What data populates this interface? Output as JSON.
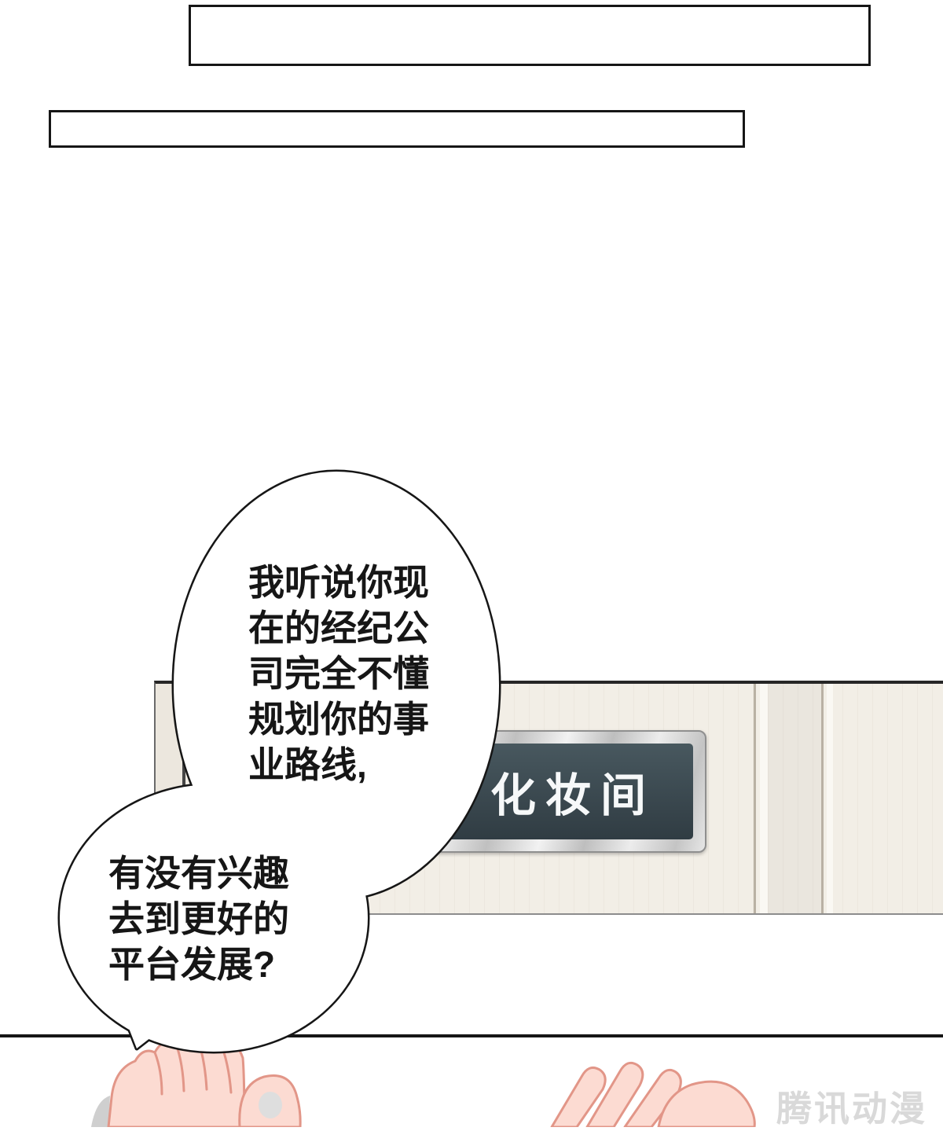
{
  "comic": {
    "caption_box_1": "",
    "caption_box_2": "",
    "bubble_1_lines": [
      "我听说你现",
      "在的经纪公",
      "司完全不懂",
      "规划你的事",
      "业路线,"
    ],
    "bubble_2_lines": [
      "有没有兴趣",
      "去到更好的",
      "平台发展?"
    ],
    "door_sign_text": "化妆间",
    "watermark_text": "腾讯动漫"
  },
  "colors": {
    "outline": "#161616",
    "wood": "#f2eee6",
    "sign_plate": "#3a4950",
    "sign_text": "#f6f8f9",
    "skin_fill": "#fcdbd2",
    "skin_outline": "#e29688",
    "watermark": "#d9d9d9"
  }
}
